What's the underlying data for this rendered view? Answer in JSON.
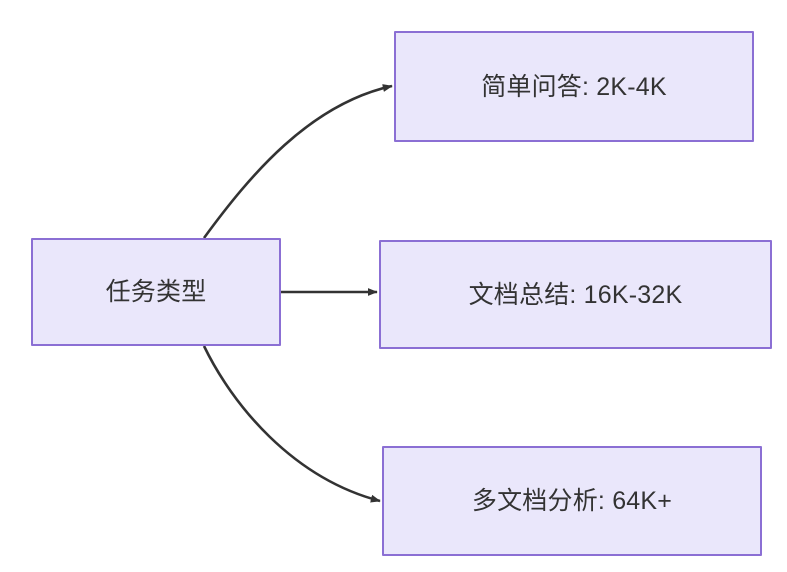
{
  "diagram": {
    "type": "flowchart",
    "direction": "left-to-right",
    "background_color": "#FFFFFF",
    "node_fill_color": "#EAE7FB",
    "node_border_color": "#8B6FD4",
    "node_text_color": "#333333",
    "edge_color": "#333333",
    "nodes": [
      {
        "id": "root",
        "label": "任务类型",
        "role": "source"
      },
      {
        "id": "simple_qa",
        "label": "简单问答: 2K-4K",
        "role": "target"
      },
      {
        "id": "doc_sum",
        "label": "文档总结: 16K-32K",
        "role": "target"
      },
      {
        "id": "multi_doc",
        "label": "多文档分析: 64K+",
        "role": "target"
      }
    ],
    "edges": [
      {
        "from": "root",
        "to": "simple_qa",
        "style": "curved",
        "arrowhead": "triangle"
      },
      {
        "from": "root",
        "to": "doc_sum",
        "style": "straight",
        "arrowhead": "triangle"
      },
      {
        "from": "root",
        "to": "multi_doc",
        "style": "curved",
        "arrowhead": "triangle"
      }
    ]
  }
}
